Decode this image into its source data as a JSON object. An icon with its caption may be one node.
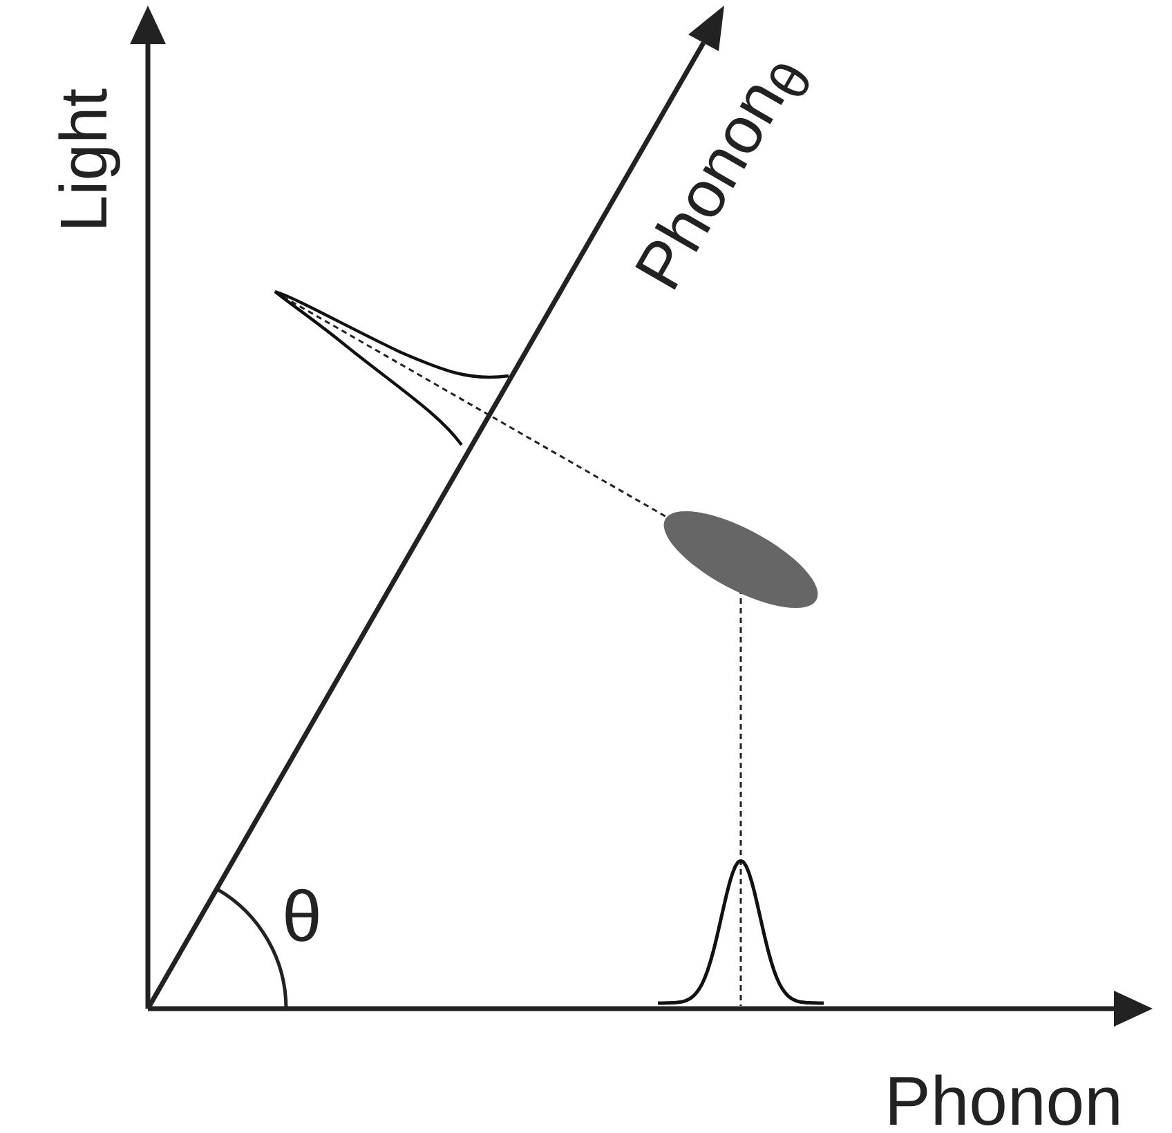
{
  "diagram": {
    "labels": [
      "Light",
      "Phonon$_{θ}$",
      "θ",
      "Phonon"
    ]
  }
}
